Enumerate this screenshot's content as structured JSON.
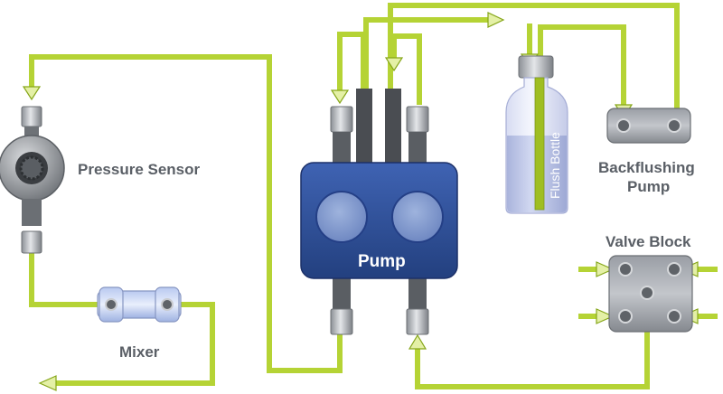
{
  "labels": {
    "pressure_sensor": "Pressure Sensor",
    "mixer": "Mixer",
    "pump": "Pump",
    "flush_bottle": "Flush Bottle",
    "backflushing_line1": "Backflushing",
    "backflushing_line2": "Pump",
    "valve_block": "Valve Block"
  },
  "colors": {
    "tubing": "#b5d335",
    "tubing_edge": "#86a619",
    "arrow_fill": "#e4f0a6",
    "pump_body": "#2e4d95",
    "fitting": "#aeb2b8",
    "label_text": "#5a5f66"
  }
}
